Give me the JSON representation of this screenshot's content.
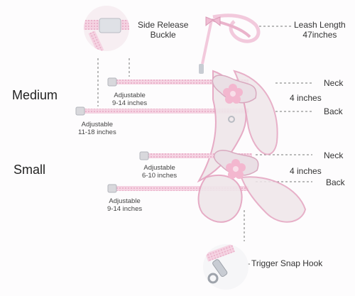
{
  "labels": {
    "side_release_buckle_line1": "Side Release",
    "side_release_buckle_line2": "Buckle",
    "leash_length_line1": "Leash Length",
    "leash_length_line2": "47inches",
    "size_medium": "Medium",
    "size_small": "Small",
    "trigger_snap_hook": "Trigger Snap Hook",
    "neck": "Neck",
    "back": "Back",
    "gap": "4 inches"
  },
  "medium": {
    "neck_adjust_line1": "Adjustable",
    "neck_adjust_line2": "9-14 inches",
    "back_adjust_line1": "Adjustable",
    "back_adjust_line2": "11-18 inches"
  },
  "small": {
    "neck_adjust_line1": "Adjustable",
    "neck_adjust_line2": "6-10 inches",
    "back_adjust_line1": "Adjustable",
    "back_adjust_line2": "9-14 inches"
  },
  "colors": {
    "strap_pink": "#f2c9dc",
    "ruffle_edge": "#e4a3bf",
    "ruffle_fill": "#efe6ea",
    "buckle_grey": "#d8d8dc",
    "dash_line": "#777777"
  }
}
